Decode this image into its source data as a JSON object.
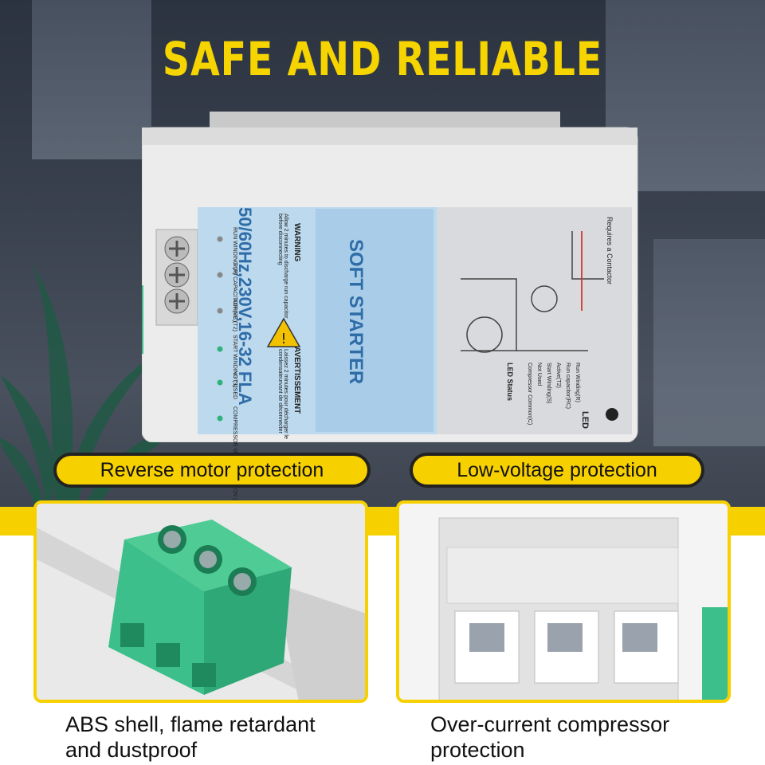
{
  "title": "SAFE AND RELIABLE",
  "features": {
    "reverse_motor": "Reverse motor protection",
    "low_voltage": "Low-voltage protection",
    "abs_shell_line1": "ABS shell, flame retardant",
    "abs_shell_line2": "and dustproof",
    "over_current_line1": "Over-current compressor",
    "over_current_line2": "protection"
  },
  "label": {
    "rating": "50/60Hz,230V,16-32 FLA",
    "product": "SOFT STARTER",
    "warning_title": "WARNING",
    "warning_text": "Allow 2 minutes to discharge run capacitor before disconnecting",
    "avert_title": "AVERTISSEMENT",
    "avert_text": "Laissez 2 minutes pour décharger le condensateurvant de déconnecter",
    "terminals": [
      {
        "name": "RUN WINDING",
        "code": "(R)"
      },
      {
        "name": "RUN CAPACITOR",
        "code": "(RC)"
      },
      {
        "name": "ACRIVE",
        "code": "(T2)"
      },
      {
        "name": "START WINDING",
        "code": "(S)"
      },
      {
        "name": "NOT USED",
        "code": ""
      },
      {
        "name": "COMPRESSOR MOTOR COMMON",
        "code": "(C)"
      }
    ],
    "requires": "Requires a Contactor",
    "led": "LED",
    "led_status": "LED Status",
    "led_items": [
      "Run Winding(R)",
      "Run capacitor(RC)",
      "Active(T2)",
      "Start Winding(S)",
      "Not Used",
      "Compressor Common(C)"
    ]
  },
  "colors": {
    "accent": "#f7d000",
    "terminal_green": "#3cbf8a"
  }
}
